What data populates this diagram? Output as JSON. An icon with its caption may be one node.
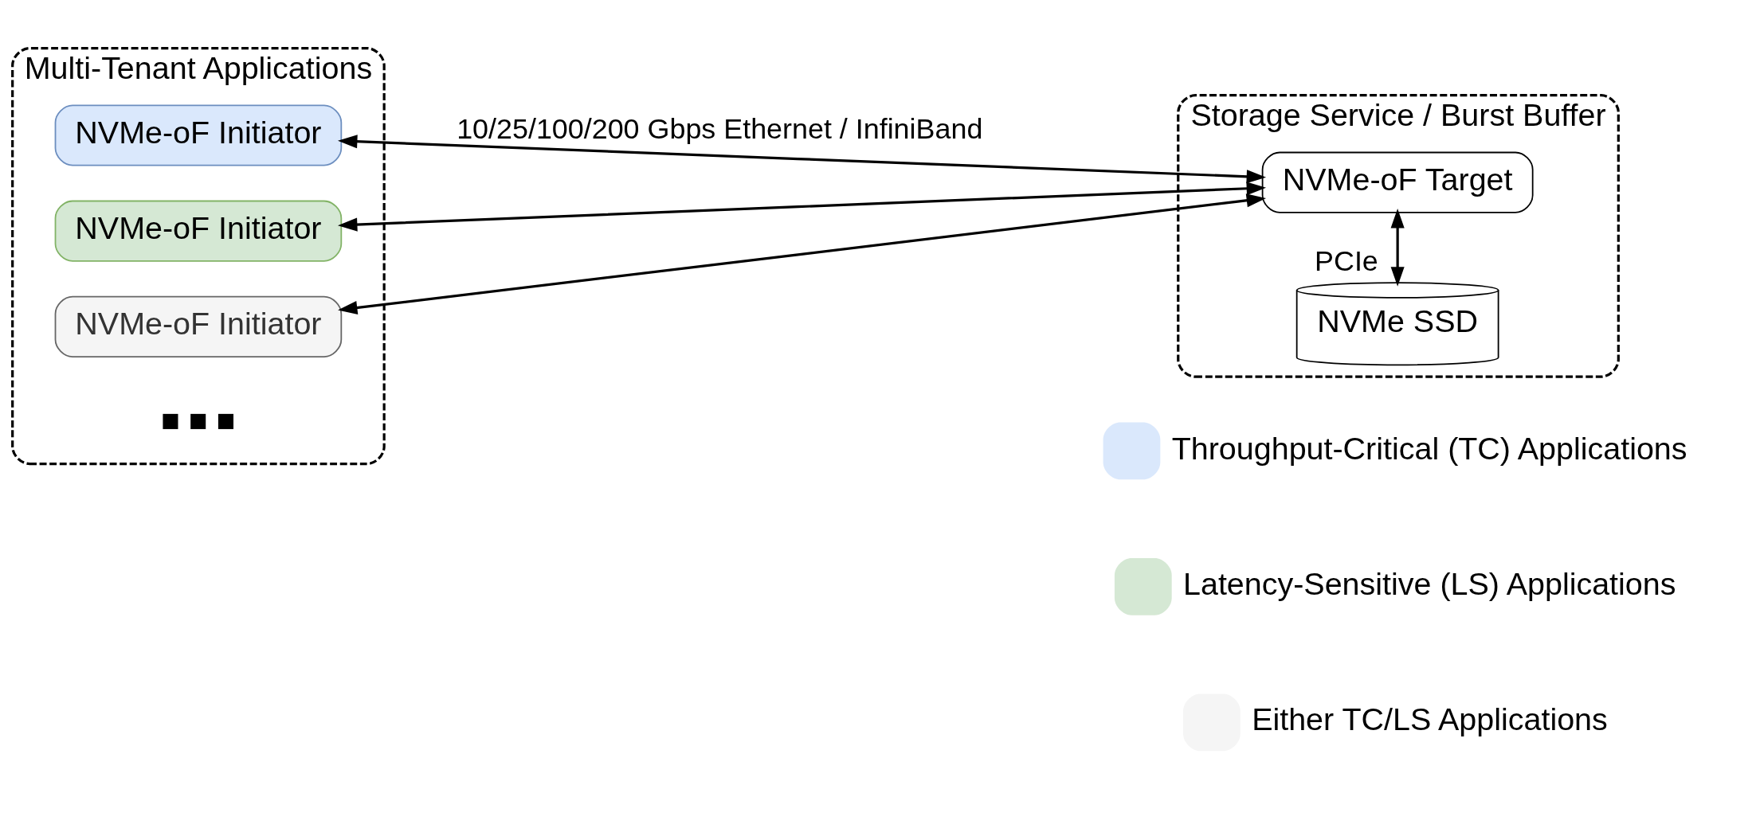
{
  "diagram": {
    "nodes": [
      {
        "text": [
          "Multi-Tenant Applications"
        ]
      },
      {
        "text": [
          "NVMe-oF Initiator"
        ],
        "in": 0
      },
      {
        "text": [
          "NVMe-oF Initiator"
        ],
        "in": 0
      },
      {
        "text": [
          "NVMe-oF Initiator"
        ],
        "in": 0
      },
      {
        "text": [
          "Storage Service / Burst Buffer"
        ]
      },
      {
        "text": [
          "NVMe-oF Target"
        ],
        "in": 4
      },
      {
        "text": [
          "NVMe SSD"
        ],
        "in": 4
      }
    ],
    "edges": [
      {
        "from": 1,
        "to": 5,
        "arrow": "both",
        "label": "10/25/100/200 Gbps Ethernet / InfiniBand"
      },
      {
        "from": 2,
        "to": 5,
        "arrow": "both"
      },
      {
        "from": 3,
        "to": 5,
        "arrow": "both"
      },
      {
        "from": 5,
        "to": 6,
        "arrow": "both",
        "label": "PCIe"
      }
    ],
    "labels": [
      "■ ■ ■"
    ],
    "legend": [
      {
        "text": "Throughput-Critical (TC) Applications",
        "color": "#dae8fc"
      },
      {
        "text": "Latency-Sensitive (LS) Applications",
        "color": "#d5e8d4"
      },
      {
        "text": "Either TC/LS Applications",
        "color": "#f5f5f5"
      }
    ]
  }
}
